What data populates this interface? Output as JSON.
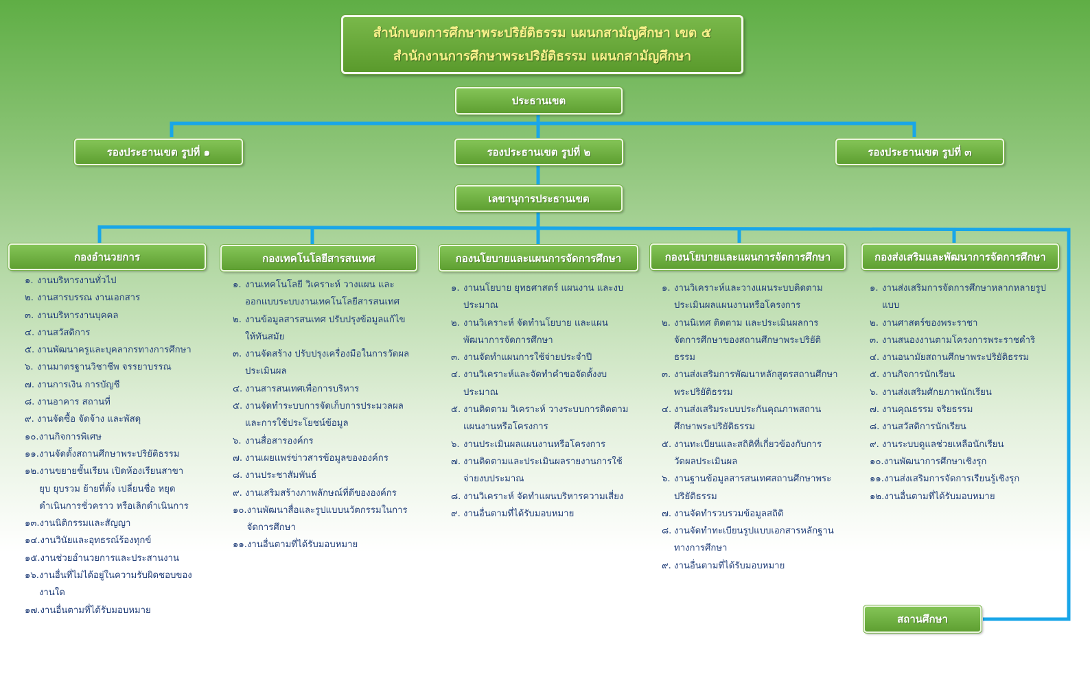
{
  "header": {
    "line1": "สำนักเขตการศึกษาพระปริยัติธรรม  แผนกสามัญศึกษา เขต ๕",
    "line2": "สำนักงานการศึกษาพระปริยัติธรรม แผนกสามัญศึกษา"
  },
  "chair": "ประธานเขต",
  "vice": [
    "รองประธานเขต  รูปที่ ๑",
    "รองประธานเขต  รูปที่ ๒",
    "รองประธานเขต  รูปที่ ๓"
  ],
  "secretary": "เลขานุการประธานเขต",
  "school": "สถานศึกษา",
  "line_color": "#19a6e8",
  "divisions": [
    {
      "name": "กองอำนวยการ",
      "items": [
        {
          "n": "๑.",
          "t": "งานบริหารงานทั่วไป"
        },
        {
          "n": "๒.",
          "t": "งานสารบรรณ  งานเอกสาร"
        },
        {
          "n": "๓.",
          "t": "งานบริหารงานบุคคล"
        },
        {
          "n": "๔.",
          "t": "งานสวัสดิการ"
        },
        {
          "n": "๕.",
          "t": "งานพัฒนาครูและบุคลากรทางการศึกษา"
        },
        {
          "n": "๖.",
          "t": "งานมาตรฐานวิชาชีพ  จรรยาบรรณ"
        },
        {
          "n": "๗.",
          "t": "งานการเงิน  การบัญชี"
        },
        {
          "n": "๘.",
          "t": "งานอาคาร  สถานที่"
        },
        {
          "n": "๙.",
          "t": "งานจัดซื้อ  จัดจ้าง  และพัสดุ"
        },
        {
          "n": "๑๐.",
          "t": "งานกิจการพิเศษ"
        },
        {
          "n": "๑๑.",
          "t": "งานจัดตั้งสถานศึกษาพระปริยัติธรรม"
        },
        {
          "n": "๑๒.",
          "t": "งานขยายชั้นเรียน  เปิดห้องเรียนสาขา ยุบ ยุบรวม  ย้ายที่ตั้ง  เปลี่ยนชื่อ หยุดดำเนินการชั่วคราว   หรือเลิกดำเนินการ"
        },
        {
          "n": "๑๓.",
          "t": "งานนิติกรรมและสัญญา"
        },
        {
          "n": "๑๔.",
          "t": "งานวินัยและอุทธรณ์ร้องทุกข์"
        },
        {
          "n": "๑๕.",
          "t": "งานช่วยอำนวยการและประสานงาน"
        },
        {
          "n": "๑๖.",
          "t": "งานอื่นที่ไม่ได้อยู่ในความรับผิดชอบของงานใด"
        },
        {
          "n": "๑๗.",
          "t": "งานอื่นตามที่ได้รับมอบหมาย"
        }
      ]
    },
    {
      "name": "กองเทคโนโลยีสารสนเทศ",
      "items": [
        {
          "n": "๑.",
          "t": "งานเทคโนโลยี  วิเคราะห์  วางแผน  และออกแบบระบบงานเทคโนโลยีสารสนเทศ"
        },
        {
          "n": "๒.",
          "t": "งานข้อมูลสารสนเทศ  ปรับปรุงข้อมูลแก้ไขให้ทันสมัย"
        },
        {
          "n": "๓.",
          "t": "งานจัดสร้าง  ปรับปรุงเครื่องมือในการวัดผลประเมินผล"
        },
        {
          "n": "๔.",
          "t": "งานสารสนเทศเพื่อการบริหาร"
        },
        {
          "n": "๕.",
          "t": "งานจัดทำระบบการจัดเก็บการประมวลผลและการใช้ประโยชน์ข้อมูล"
        },
        {
          "n": "๖.",
          "t": "งานสื่อสารองค์กร"
        },
        {
          "n": "๗.",
          "t": "งานเผยแพร่ข่าวสารข้อมูลขององค์กร"
        },
        {
          "n": "๘.",
          "t": "งานประชาสัมพันธ์"
        },
        {
          "n": "๙.",
          "t": "งานเสริมสร้างภาพลักษณ์ที่ดีขององค์กร"
        },
        {
          "n": "๑๐.",
          "t": "งานพัฒนาสื่อและรูปแบบนวัตกรรมในการจัดการศึกษา"
        },
        {
          "n": "๑๑.",
          "t": "งานอื่นตามที่ได้รับมอบหมาย"
        }
      ]
    },
    {
      "name": "กองนโยบายและแผนการจัดการศึกษา",
      "items": [
        {
          "n": "๑.",
          "t": "งานนโยบาย  ยุทธศาสตร์  แผนงาน  และงบประมาณ"
        },
        {
          "n": "๒.",
          "t": "งานวิเคราะห์  จัดทำนโยบาย  และแผนพัฒนาการจัดการศึกษา"
        },
        {
          "n": "๓.",
          "t": "งานจัดทำแผนการใช้จ่ายประจำปี"
        },
        {
          "n": "๔.",
          "t": "งานวิเคราะห์และจัดทำคำขอจัดตั้งงบประมาณ"
        },
        {
          "n": "๕.",
          "t": "งานติดตาม  วิเคราะห์  วางระบบการติดตามแผนงานหรือโครงการ"
        },
        {
          "n": "๖.",
          "t": "งานประเมินผลแผนงานหรือโครงการ"
        },
        {
          "n": "๗.",
          "t": "งานติดตามและประเมินผลรายงานการใช้จ่ายงบประมาณ"
        },
        {
          "n": "๘.",
          "t": "งานวิเคราะห์  จัดทำแผนบริหารความเสี่ยง"
        },
        {
          "n": "๙.",
          "t": "งานอื่นตามที่ได้รับมอบหมาย"
        }
      ]
    },
    {
      "name": "กองนโยบายและแผนการจัดการศึกษา",
      "items": [
        {
          "n": "๑.",
          "t": "งานวิเคราะห์และวางแผนระบบติดตามประเมินผลแผนงานหรือโครงการ"
        },
        {
          "n": "๒.",
          "t": "งานนิเทศ  ติดตาม  และประเมินผลการจัดการศึกษาของสถานศึกษาพระปริยัติธรรม"
        },
        {
          "n": "๓.",
          "t": "งานส่งเสริมการพัฒนาหลักสูตรสถานศึกษาพระปริยัติธรรม"
        },
        {
          "n": "๔.",
          "t": "งานส่งเสริมระบบประกันคุณภาพสถานศึกษาพระปริยัติธรรม"
        },
        {
          "n": "๕.",
          "t": "งานทะเบียนและสถิติที่เกี่ยวข้องกับการวัดผลประเมินผล"
        },
        {
          "n": "๖.",
          "t": "งานฐานข้อมูลสารสนเทศสถานศึกษาพระปริยัติธรรม"
        },
        {
          "n": "๗.",
          "t": "งานจัดทำรวบรวมข้อมูลสถิติ"
        },
        {
          "n": "๘.",
          "t": "งานจัดทำทะเบียนรูปแบบเอกสารหลักฐานทางการศึกษา"
        },
        {
          "n": "๙.",
          "t": "งานอื่นตามที่ได้รับมอบหมาย"
        }
      ]
    },
    {
      "name": "กองส่งเสริมและพัฒนาการจัดการศึกษา",
      "items": [
        {
          "n": "๑.",
          "t": "งานส่งเสริมการจัดการศึกษาหลากหลายรูปแบบ"
        },
        {
          "n": "๒.",
          "t": "งานศาสตร์ของพระราชา"
        },
        {
          "n": "๓.",
          "t": "งานสนองงานตามโครงการพระราชดำริ"
        },
        {
          "n": "๔.",
          "t": "งานอนามัยสถานศึกษาพระปริยัติธรรม"
        },
        {
          "n": "๕.",
          "t": "งานกิจการนักเรียน"
        },
        {
          "n": "๖.",
          "t": "งานส่งเสริมศักยภาพนักเรียน"
        },
        {
          "n": "๗.",
          "t": "งานคุณธรรม  จริยธรรม"
        },
        {
          "n": "๘.",
          "t": "งานสวัสดิการนักเรียน"
        },
        {
          "n": "๙.",
          "t": "งานระบบดูแลช่วยเหลือนักเรียน"
        },
        {
          "n": "๑๐.",
          "t": "งานพัฒนาการศึกษาเชิงรุก"
        },
        {
          "n": "๑๑.",
          "t": "งานส่งเสริมการจัดการเรียนรู้เชิงรุก"
        },
        {
          "n": "๑๒.",
          "t": "งานอื่นตามที่ได้รับมอบหมาย"
        }
      ]
    }
  ]
}
